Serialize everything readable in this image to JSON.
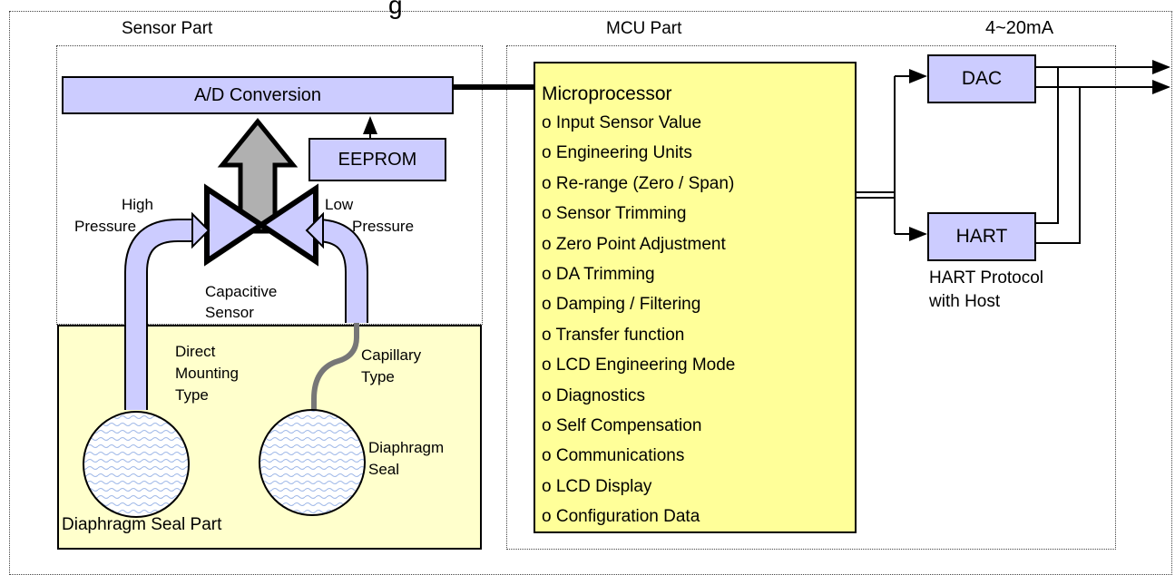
{
  "labels": {
    "title_partial": "g",
    "sensor_part": "Sensor Part",
    "mcu_part": "MCU Part",
    "current_range": "4~20mA",
    "ad_conversion": "A/D Conversion",
    "eeprom": "EEPROM",
    "high_pressure_1": "High",
    "high_pressure_2": "Pressure",
    "low_pressure_1": "Low",
    "low_pressure_2": "Pressure",
    "capacitive_1": "Capacitive",
    "capacitive_2": "Sensor",
    "direct_1": "Direct",
    "direct_2": "Mounting",
    "direct_3": "Type",
    "capillary_1": "Capillary",
    "capillary_2": "Type",
    "diaphragm_1": "Diaphragm",
    "diaphragm_2": "Seal",
    "seal_part": "Diaphragm Seal Part",
    "microprocessor": "Microprocessor",
    "dac": "DAC",
    "hart": "HART",
    "hart_protocol_1": "HART Protocol",
    "hart_protocol_2": "with Host"
  },
  "mcu_functions": [
    "o Input Sensor Value",
    "o Engineering Units",
    "o Re-range (Zero / Span)",
    "o Sensor Trimming",
    "o Zero Point Adjustment",
    "o DA Trimming",
    "o Damping / Filtering",
    "o Transfer function",
    "o LCD Engineering Mode",
    "o Diagnostics",
    "o Self Compensation",
    "o Communications",
    "o LCD Display",
    "o Configuration Data"
  ],
  "colors": {
    "block_blue": "#ccccff",
    "micro_yellow": "#ffff99",
    "seal_yellow": "#ffffcc",
    "arrow_grey": "#b0b0b0"
  }
}
